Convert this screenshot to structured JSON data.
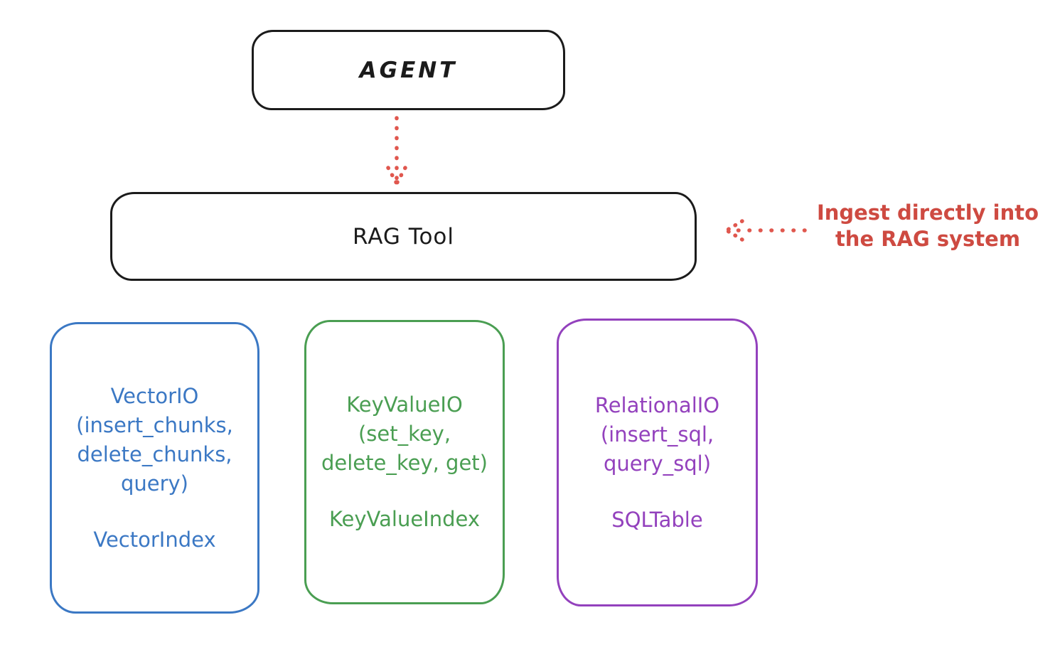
{
  "canvas": {
    "background": "#ffffff",
    "stroke_black": "#1b1b1b",
    "accent_red_arrow": "#e0574e",
    "accent_red_text": "#ce4a41"
  },
  "agent": {
    "label": "AGENT"
  },
  "rag_tool": {
    "label": "RAG Tool"
  },
  "annotation": {
    "lines": [
      "Ingest directly into",
      "the RAG system"
    ],
    "color": "#ce4a41"
  },
  "arrows": [
    {
      "name": "agent-to-rag",
      "style": "dotted",
      "color": "#e0574e",
      "direction": "down"
    },
    {
      "name": "annotation-to-rag",
      "style": "dotted",
      "color": "#e0574e",
      "direction": "left"
    }
  ],
  "backends": [
    {
      "id": "vector",
      "color": "#3b78c4",
      "io_lines": [
        "VectorIO",
        "(insert_chunks,",
        "delete_chunks,",
        "query)"
      ],
      "index_label": "VectorIndex"
    },
    {
      "id": "keyvalue",
      "color": "#4a9e52",
      "io_lines": [
        "KeyValueIO",
        "(set_key,",
        "delete_key, get)"
      ],
      "index_label": "KeyValueIndex"
    },
    {
      "id": "relational",
      "color": "#9341bd",
      "io_lines": [
        "RelationalIO",
        "(insert_sql,",
        "query_sql)"
      ],
      "index_label": "SQLTable"
    }
  ]
}
